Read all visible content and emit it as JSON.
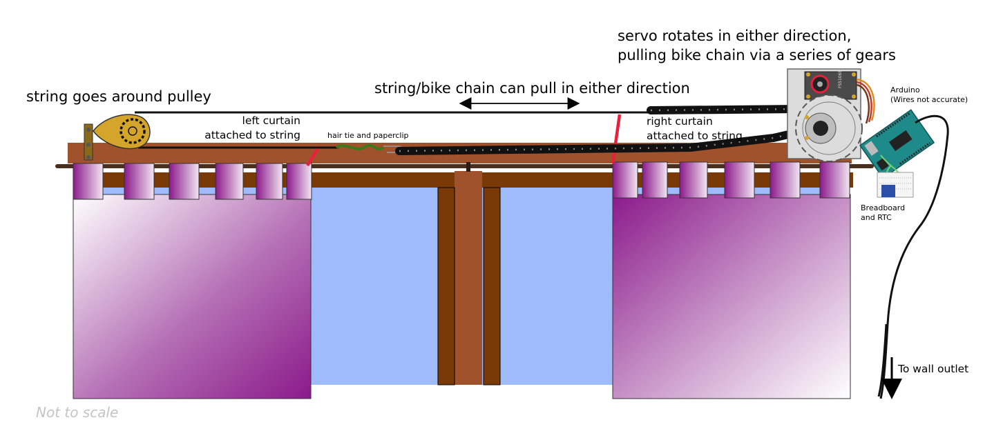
{
  "labels": {
    "servo_line1": "servo rotates in either direction,",
    "servo_line2": "pulling bike chain via a series of gears",
    "pulley": "string goes around pulley",
    "pull_direction": "string/bike chain can pull in either direction",
    "left_curtain_line1": "left curtain",
    "left_curtain_line2": "attached to string",
    "right_curtain_line1": "right curtain",
    "right_curtain_line2": "attached to string",
    "hair_tie": "hair tie and paperclip",
    "arduino_line1": "Arduino",
    "arduino_line2": "(Wires not accurate)",
    "breadboard_line1": "Breadboard",
    "breadboard_line2": "and RTC",
    "wall_outlet": "To wall outlet",
    "not_to_scale": "Not to scale",
    "servo_chip": "FS5106B"
  },
  "colors": {
    "wood_light": "#a0522d",
    "wood_dark": "#7a3a08",
    "window_glass": "#a0bbfb",
    "curtain_purple": "#8b1a8b",
    "curtain_light": "#ffffff",
    "chain": "#111111",
    "string": "#111111",
    "clip_red": "#e8203a",
    "pulley_gold": "#d4a52a",
    "hair_tie_green": "#3a7a1a",
    "gear_grey": "#dcdcdc",
    "arduino_teal": "#1f8a8a",
    "servo_wire_orange": "#e08a1e"
  }
}
